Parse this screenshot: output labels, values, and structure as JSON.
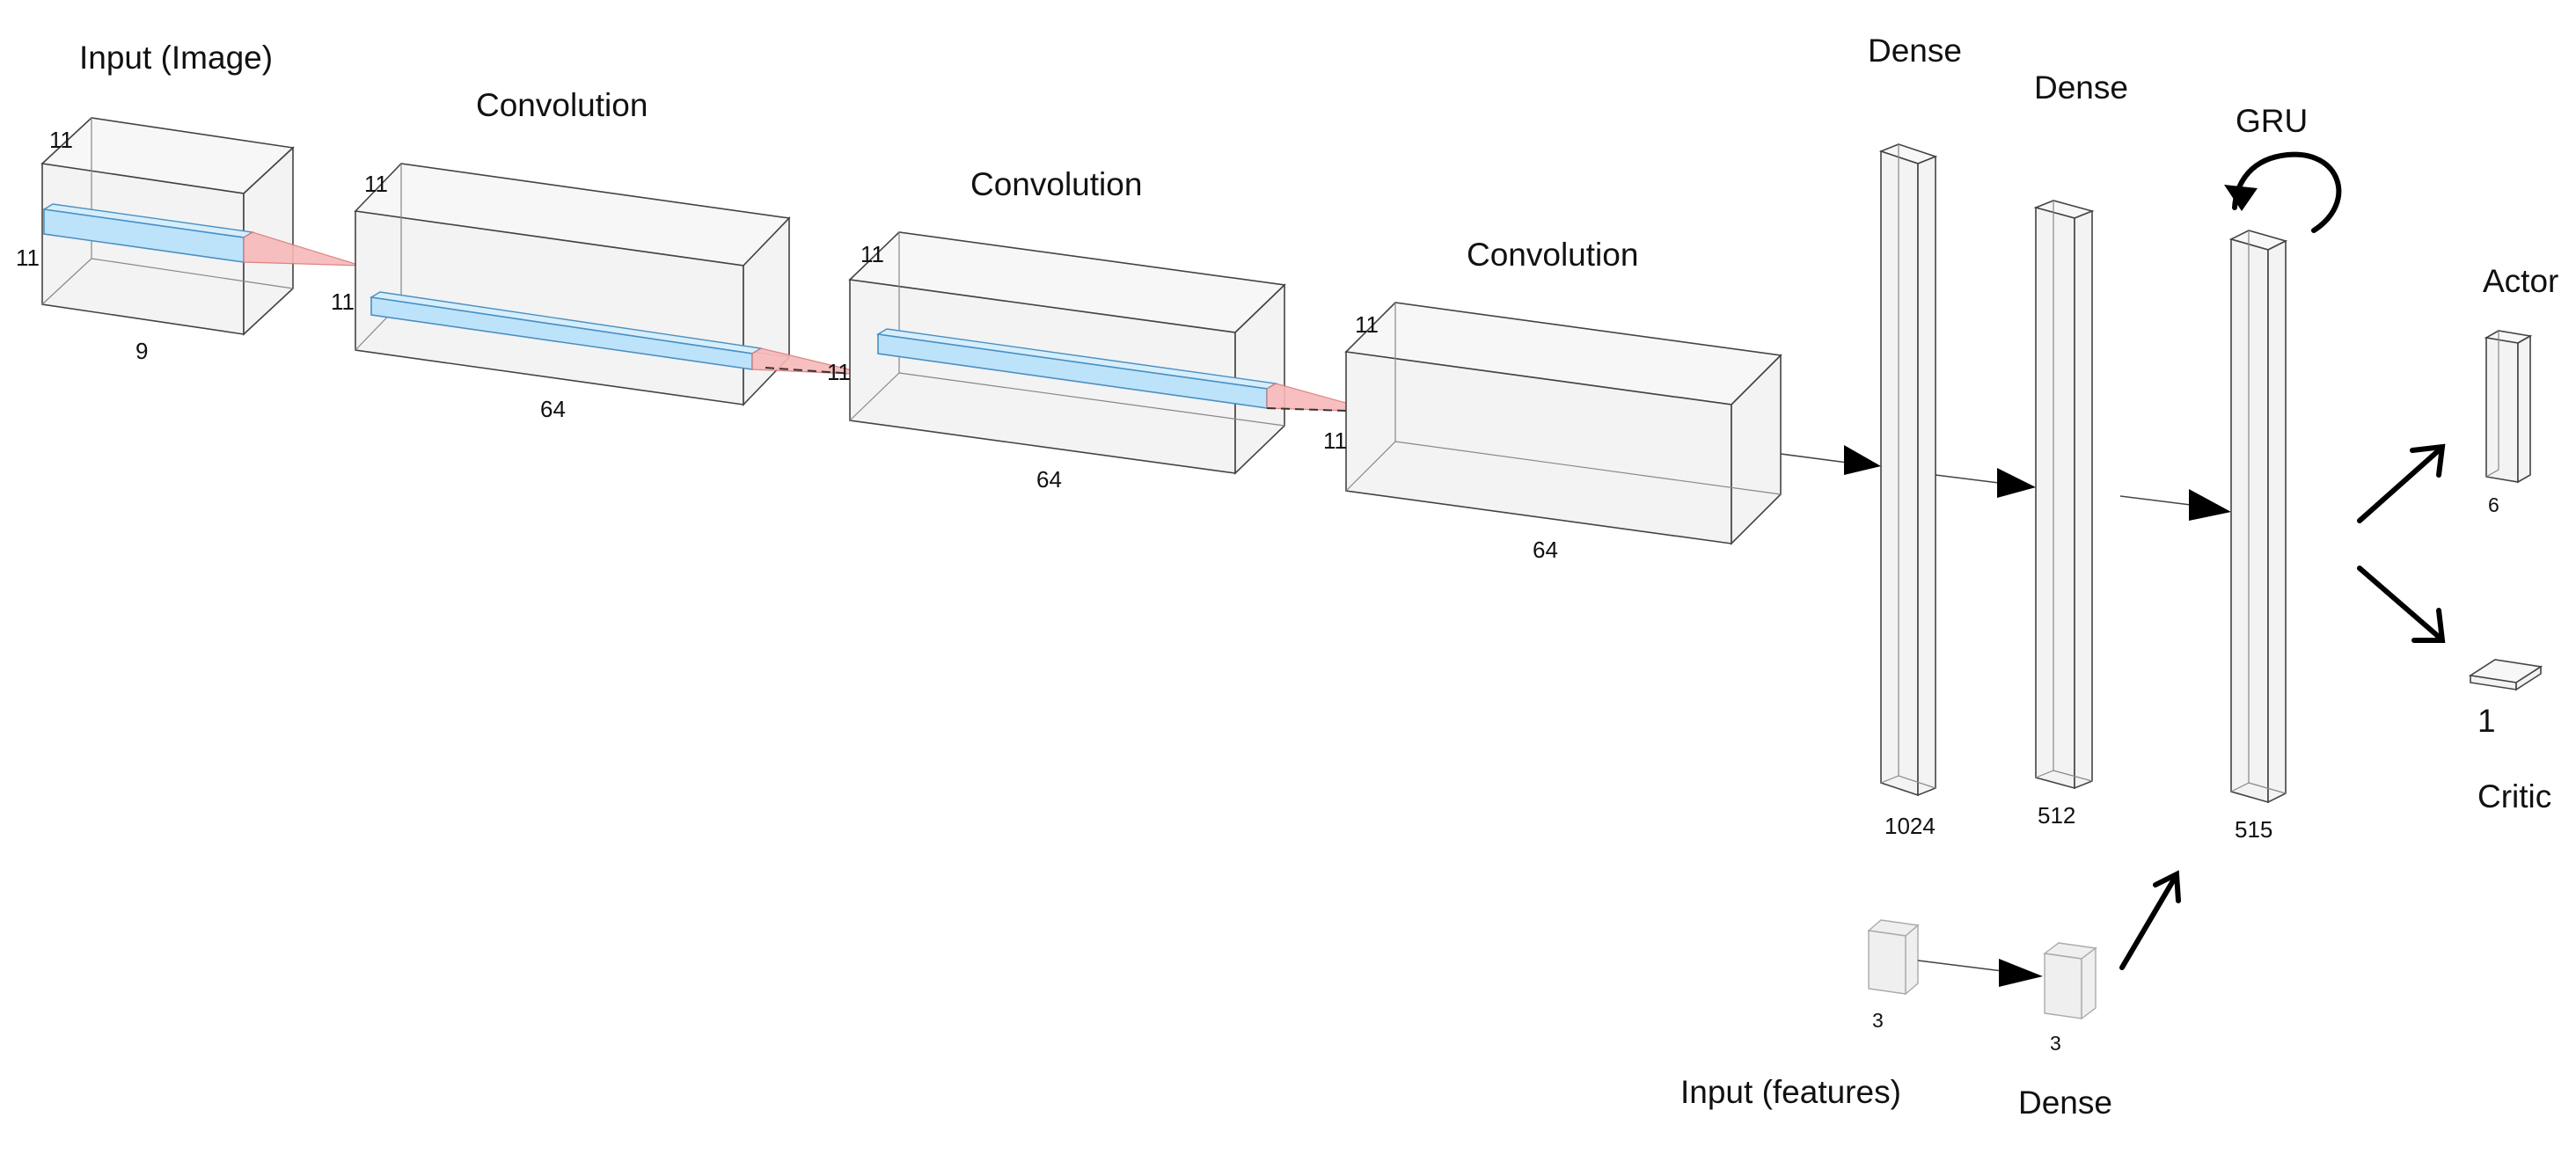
{
  "labels": {
    "input_image": "Input (Image)",
    "conv1": "Convolution",
    "conv2": "Convolution",
    "conv3": "Convolution",
    "dense1": "Dense",
    "dense2": "Dense",
    "gru": "GRU",
    "actor": "Actor",
    "critic": "Critic",
    "input_features": "Input (features)",
    "dense_features": "Dense"
  },
  "dims": {
    "input_h": "11",
    "input_w": "11",
    "input_c": "9",
    "conv1_h": "11",
    "conv1_w": "11",
    "conv1_c": "64",
    "conv2_h": "11",
    "conv2_w": "11",
    "conv2_c": "64",
    "conv3_h": "11",
    "conv3_w": "11",
    "conv3_c": "64",
    "dense1_units": "1024",
    "dense2_units": "512",
    "gru_units": "515",
    "actor_units": "6",
    "critic_units": "1",
    "features_units": "3",
    "dense_features_units": "3"
  }
}
